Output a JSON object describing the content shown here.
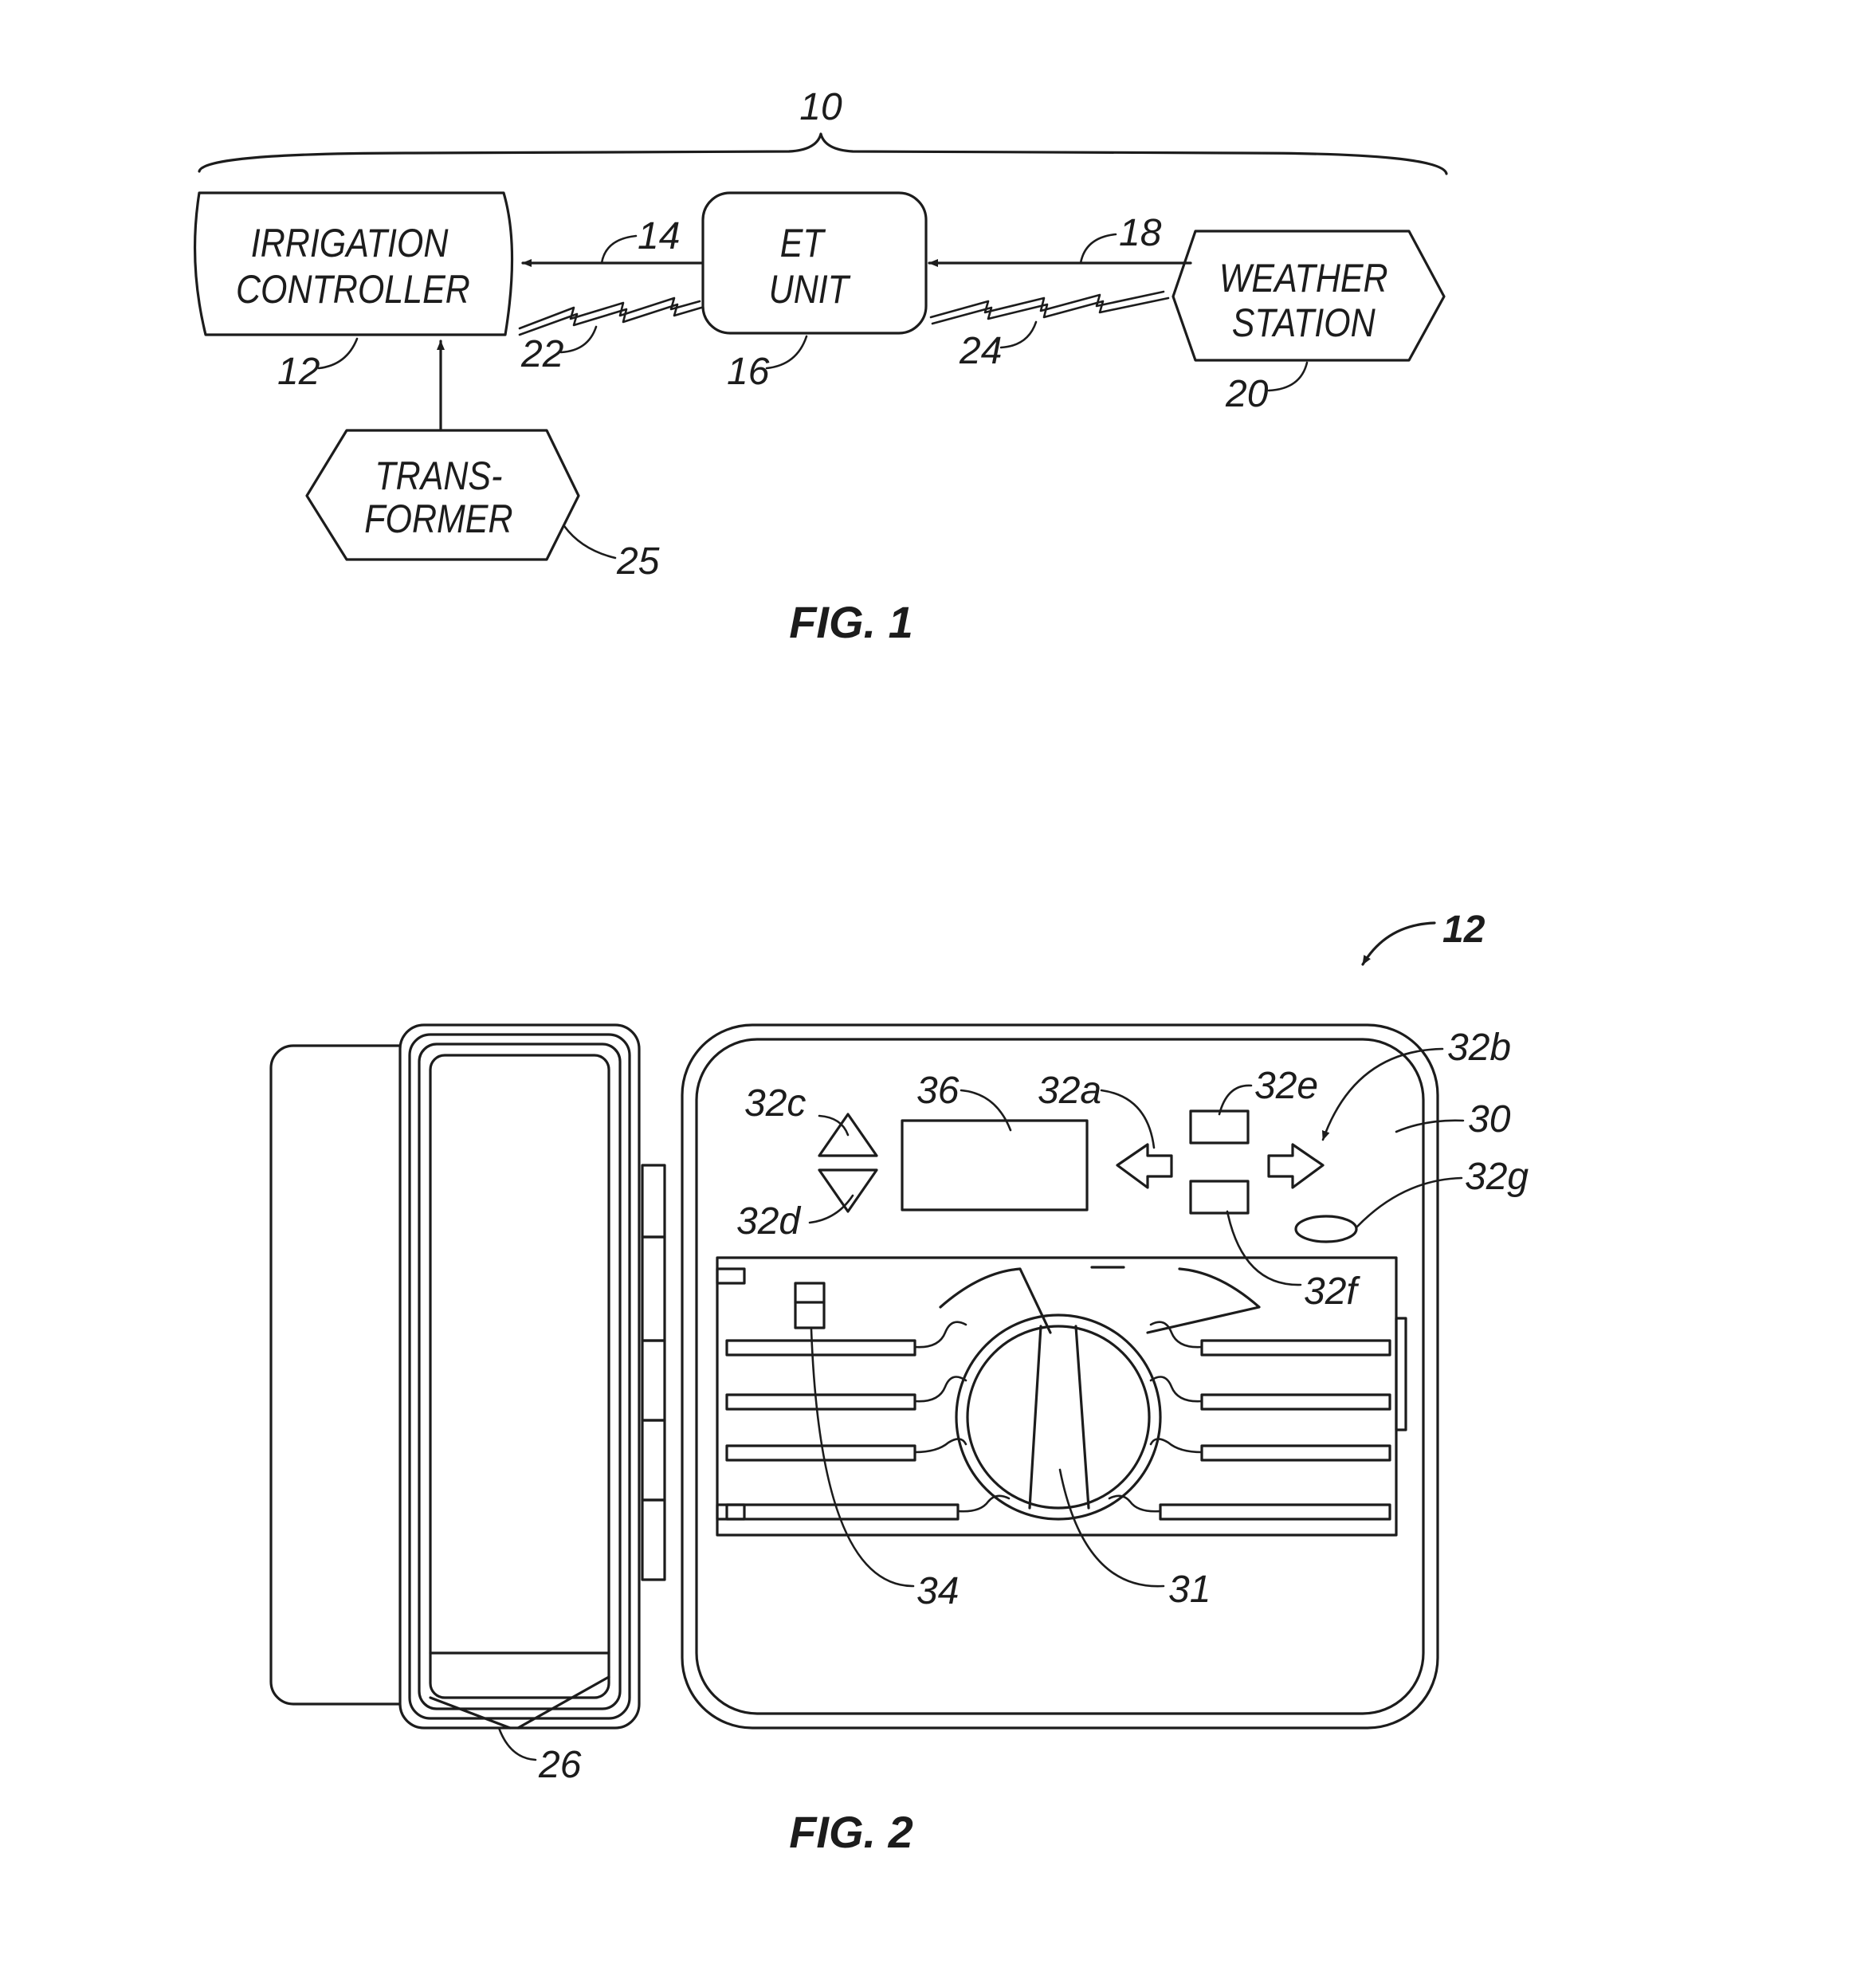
{
  "fig1": {
    "caption": "FIG. 1",
    "system_ref": "10",
    "irrigation_controller": {
      "line1": "IRRIGATION",
      "line2": "CONTROLLER",
      "ref": "12"
    },
    "et_unit": {
      "line1": "ET",
      "line2": "UNIT",
      "ref": "16"
    },
    "weather_station": {
      "line1": "WEATHER",
      "line2": "STATION",
      "ref": "20"
    },
    "transformer": {
      "line1": "TRANS-",
      "line2": "FORMER",
      "ref": "25"
    },
    "wired_link_controller": "14",
    "wired_link_weather": "18",
    "wireless_link_controller": "22",
    "wireless_link_weather": "24"
  },
  "fig2": {
    "caption": "FIG. 2",
    "device_ref": "12",
    "door_ref": "26",
    "face_ref": "30",
    "dial_ref": "31",
    "switch_ref": "34",
    "display_ref": "36",
    "button_refs": {
      "left_arrow": "32a",
      "right_arrow": "32b",
      "up": "32c",
      "down": "32d",
      "upper_rect": "32e",
      "lower_rect": "32f",
      "oval": "32g"
    }
  }
}
